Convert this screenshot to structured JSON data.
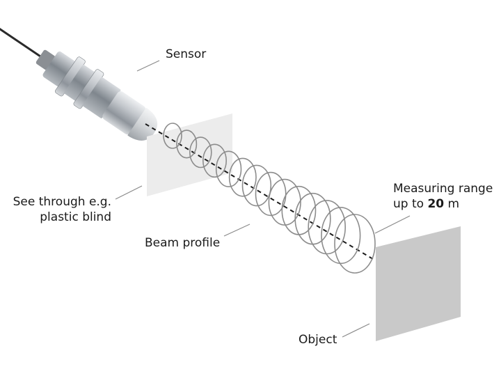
{
  "labels": {
    "sensor": "Sensor",
    "see_through_line1": "See through e.g.",
    "see_through_line2": "plastic blind",
    "beam_profile": "Beam profile",
    "measuring_range_line1": "Measuring range",
    "measuring_range_line2_prefix": "up to ",
    "measuring_range_value": "20",
    "measuring_range_unit": " m",
    "object": "Object"
  },
  "colors": {
    "text": "#1a1a1a",
    "leader": "#8a8a8a",
    "beam_ring": "#8c8c8c",
    "blind_panel": "#ececec",
    "object_panel": "#c9c9c9",
    "sensor_body": "#b8bcc2"
  },
  "beam": {
    "ring_count": 14
  }
}
